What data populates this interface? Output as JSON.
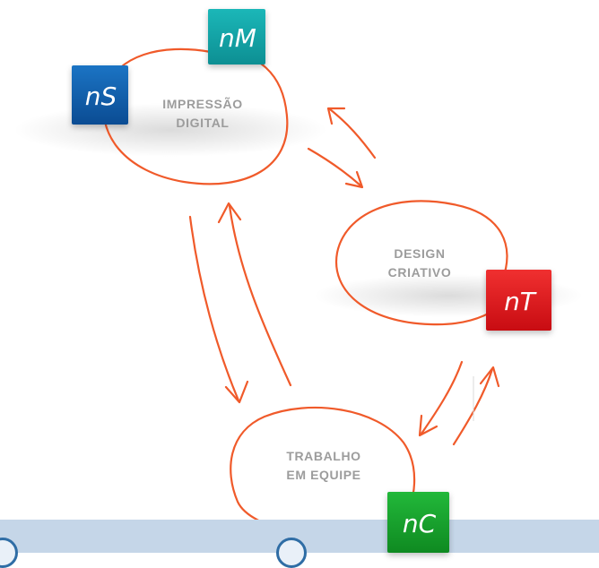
{
  "nodes": {
    "impressao": {
      "line1": "IMPRESSÃO",
      "line2": "DIGITAL"
    },
    "design": {
      "line1": "DESIGN",
      "line2": "CRIATIVO"
    },
    "trabalho": {
      "line1": "TRABALHO",
      "line2": "EM EQUIPE"
    }
  },
  "tiles": {
    "nm": {
      "label": "nM",
      "color_top": "#1bb7b8",
      "color_bottom": "#0d8f93"
    },
    "ns": {
      "label": "nS",
      "color_top": "#1b74c4",
      "color_bottom": "#0b4c93"
    },
    "nt": {
      "label": "nT",
      "color_top": "#f03030",
      "color_bottom": "#c80c12"
    },
    "nc": {
      "label": "nC",
      "color_top": "#22b83a",
      "color_bottom": "#0f8a21"
    }
  },
  "colors": {
    "loop_stroke": "#f05a2a",
    "label_text": "#9c9c9c",
    "footer_band": "#c5d6e8"
  }
}
